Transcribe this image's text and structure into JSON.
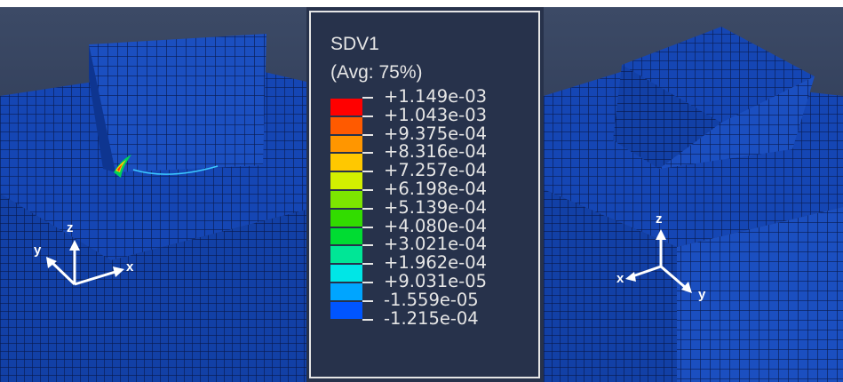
{
  "legend": {
    "variable": "SDV1",
    "averaging": "(Avg: 75%)",
    "levels": [
      {
        "label": "+1.149e-03",
        "color": "#ff0000"
      },
      {
        "label": "+1.043e-03",
        "color": "#ff5a00"
      },
      {
        "label": "+9.375e-04",
        "color": "#ff9600"
      },
      {
        "label": "+8.316e-04",
        "color": "#ffc800"
      },
      {
        "label": "+7.257e-04",
        "color": "#d2f000"
      },
      {
        "label": "+6.198e-04",
        "color": "#7de600"
      },
      {
        "label": "+5.139e-04",
        "color": "#32dc00"
      },
      {
        "label": "+4.080e-04",
        "color": "#00dc32"
      },
      {
        "label": "+3.021e-04",
        "color": "#00e696"
      },
      {
        "label": "+1.962e-04",
        "color": "#00e6e6"
      },
      {
        "label": "+9.031e-05",
        "color": "#00a5ff"
      },
      {
        "label": "-1.559e-05",
        "color": "#0055ff"
      },
      {
        "label": "-1.215e-04",
        "color": "#0000e6"
      }
    ]
  },
  "left_view": {
    "axis_labels": {
      "x": "x",
      "y": "y",
      "z": "z"
    },
    "mesh_color": "#1544b0"
  },
  "right_view": {
    "axis_labels": {
      "x": "x",
      "y": "y",
      "z": "z"
    },
    "mesh_color": "#1544b0"
  }
}
